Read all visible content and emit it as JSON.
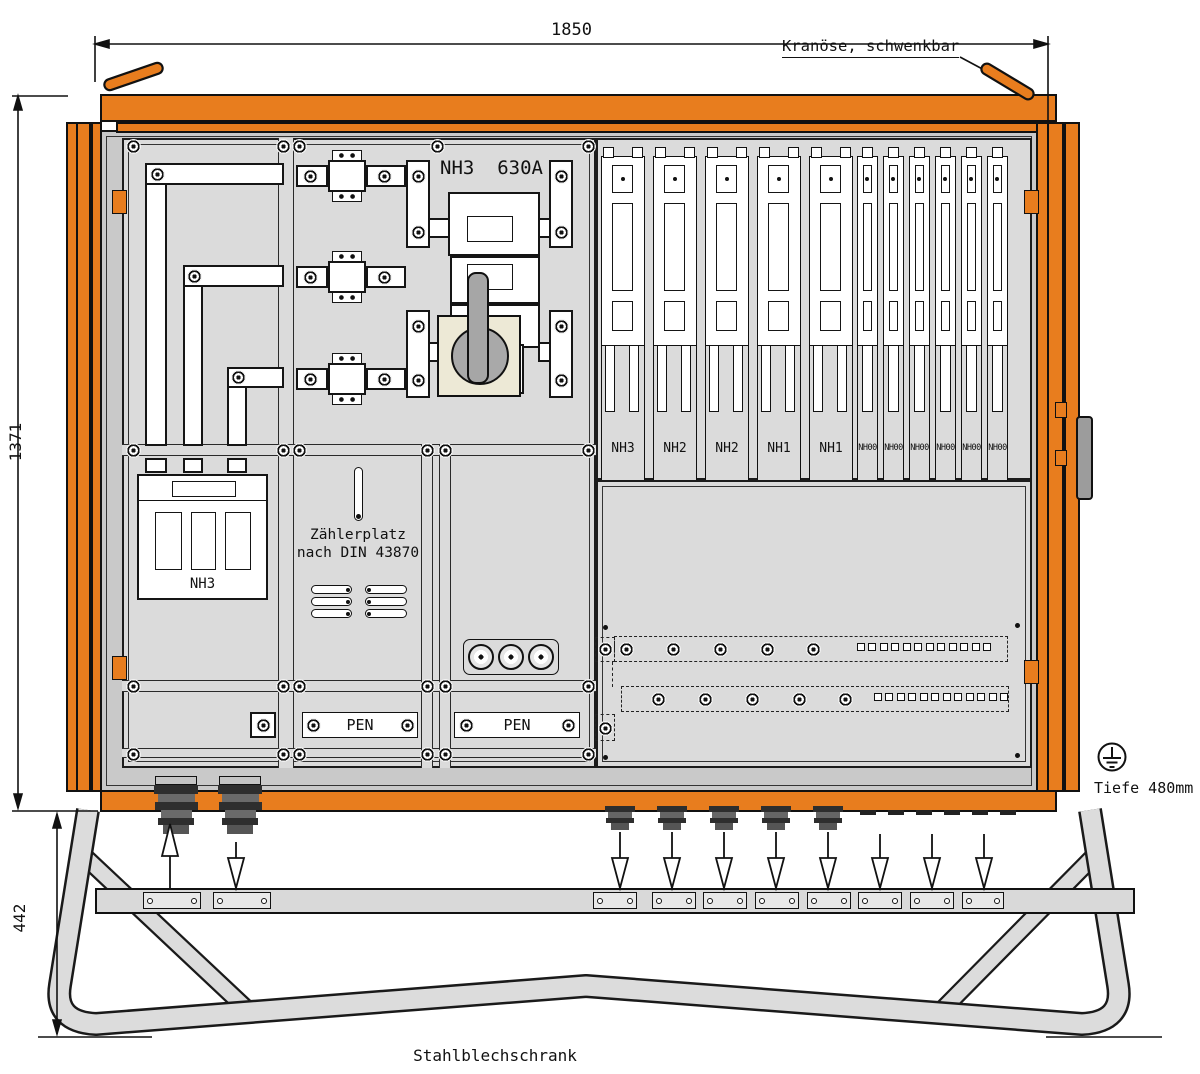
{
  "drawing": {
    "footer_label": "Stahlblechschrank",
    "crane_label": "Kranöse, schwenkbar",
    "depth_label": "Tiefe 480mm"
  },
  "dimensions": {
    "width": "1850",
    "height": "1371",
    "stand_height": "442"
  },
  "main_switch": {
    "label": "NH3  630A"
  },
  "meter_space": {
    "line1": "Zählerplatz",
    "line2": "nach DIN 43870"
  },
  "outgoing_switch": {
    "label": "NH3"
  },
  "pen_bars": [
    {
      "label": "PEN"
    },
    {
      "label": "PEN"
    }
  ],
  "fuse_strips": [
    {
      "label": "NH3",
      "size": "wide"
    },
    {
      "label": "NH2",
      "size": "wide"
    },
    {
      "label": "NH2",
      "size": "wide"
    },
    {
      "label": "NH1",
      "size": "wide"
    },
    {
      "label": "NH1",
      "size": "wide"
    },
    {
      "label": "NH00",
      "size": "narrow"
    },
    {
      "label": "NH00",
      "size": "narrow"
    },
    {
      "label": "NH00",
      "size": "narrow"
    },
    {
      "label": "NH00",
      "size": "narrow"
    },
    {
      "label": "NH00",
      "size": "narrow"
    },
    {
      "label": "NH00",
      "size": "narrow"
    }
  ],
  "icons": {
    "earth": "protective-earth-symbol",
    "crane_eye": "lifting-eye",
    "arrow_up": "incoming-cable-arrow",
    "arrow_down": "outgoing-cable-arrow"
  },
  "colors": {
    "frame_orange": "#E87D1E",
    "panel_grey": "#DBDBDB",
    "interior_grey": "#C9C9C9",
    "switch_base_beige": "#EDE9D6",
    "lever_grey": "#A6A6A6"
  }
}
